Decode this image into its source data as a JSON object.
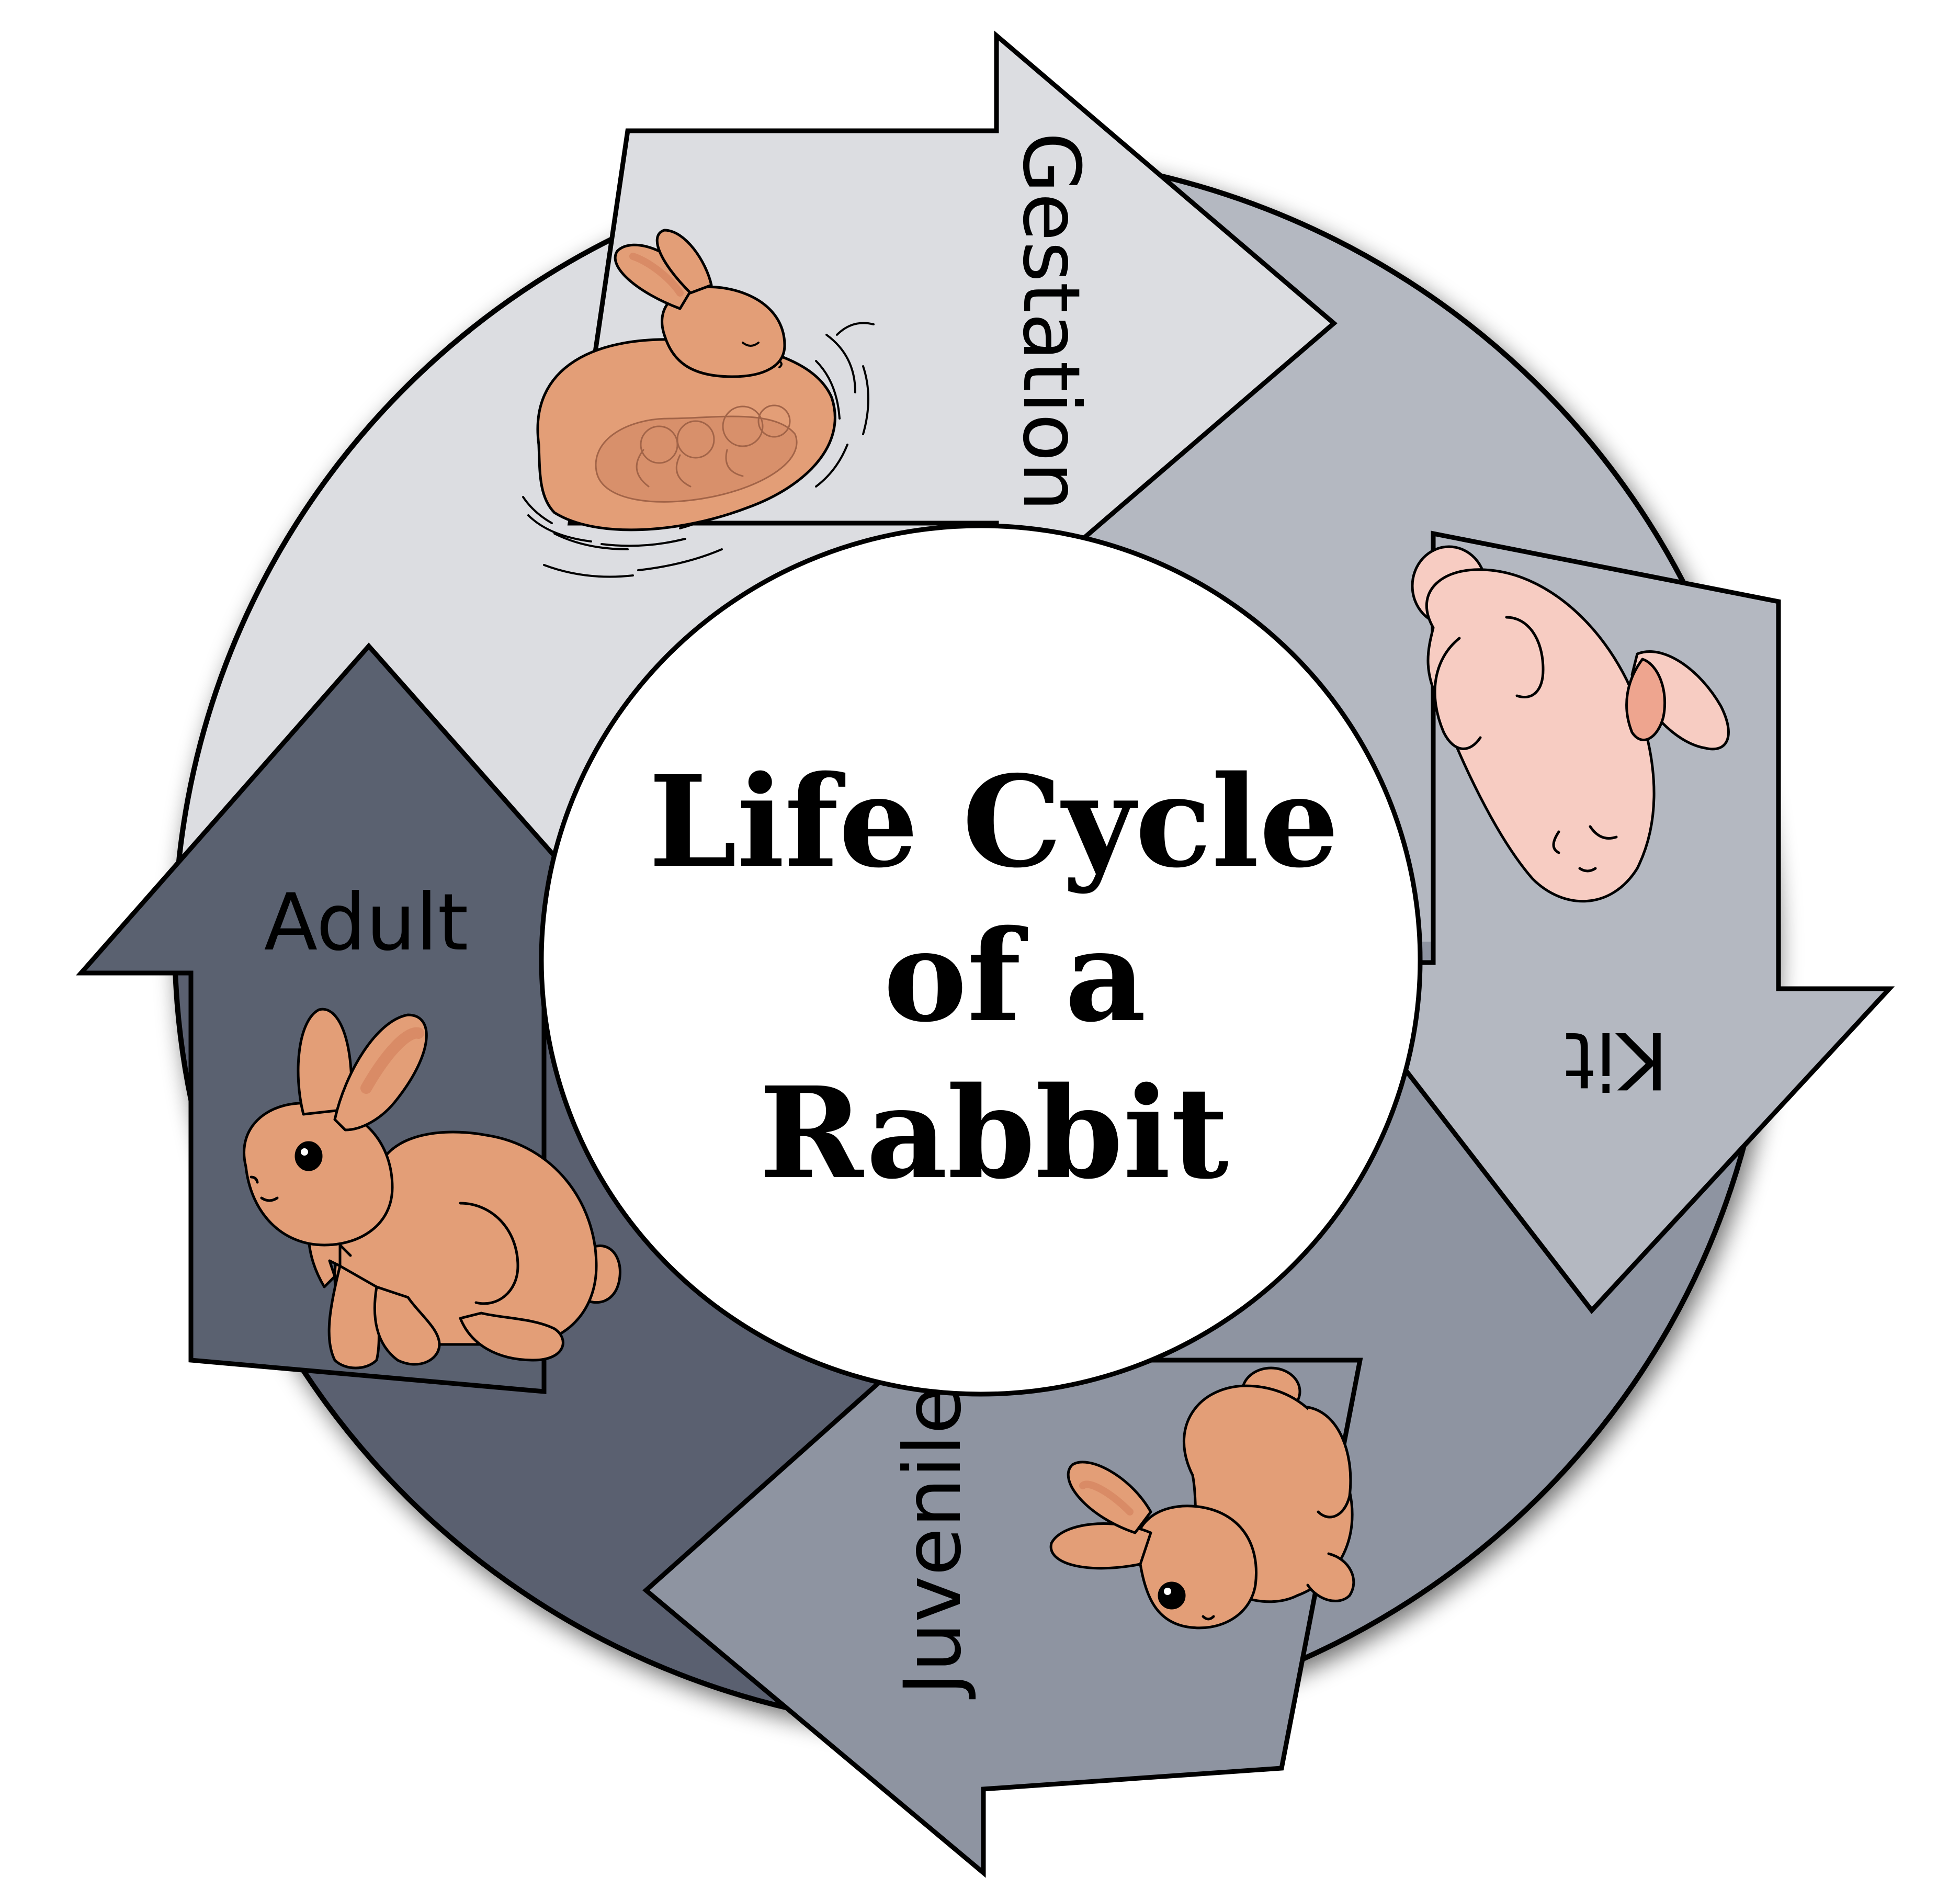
{
  "title": {
    "line1": "Life Cycle",
    "line2": "of a",
    "line3": "Rabbit"
  },
  "stages": {
    "gestation": {
      "label": "Gestation",
      "illustration": "pregnant-rabbit-in-nest"
    },
    "kit": {
      "label": "Kit",
      "illustration": "newborn-kit-rabbit"
    },
    "juvenile": {
      "label": "Juvenile",
      "illustration": "juvenile-rabbit"
    },
    "adult": {
      "label": "Adult",
      "illustration": "adult-rabbit"
    }
  },
  "colors": {
    "gestation_segment": "#dcdde1",
    "kit_segment": "#b4b8c1",
    "juvenile_segment": "#8e94a1",
    "adult_segment": "#5a6170",
    "center": "#ffffff",
    "outline": "#000000",
    "rabbit_fur": "#e39e77",
    "rabbit_inner_ear": "#d98b66",
    "kit_skin": "#f7ccc2",
    "kit_inner_ear": "#eea58f"
  }
}
